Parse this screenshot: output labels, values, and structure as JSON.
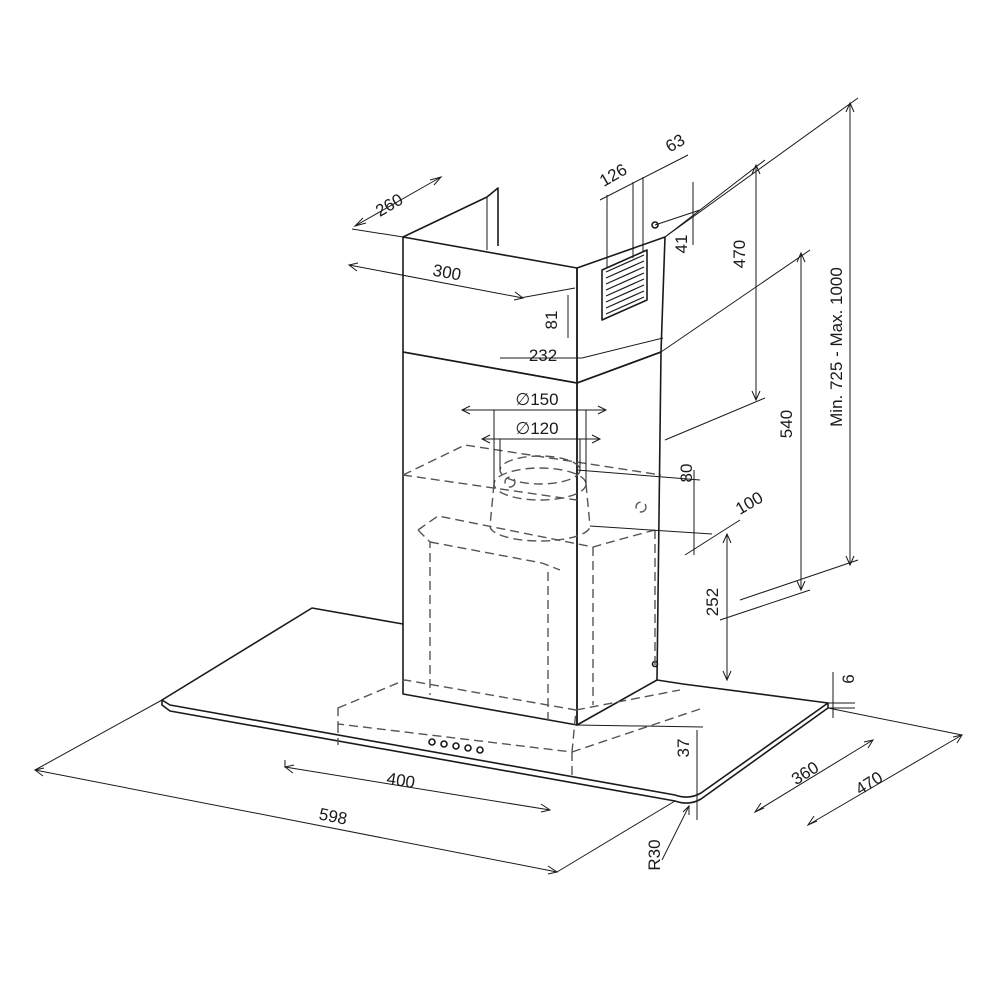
{
  "diagram": {
    "dimensions": {
      "d260": "260",
      "d300": "300",
      "d126": "126",
      "d63": "63",
      "d41": "41",
      "d470_top": "470",
      "d81": "81",
      "d232": "232",
      "d150": "∅150",
      "d120": "∅120",
      "d80": "80",
      "d100": "100",
      "d540": "540",
      "dminmax": "Min. 725 - Max. 1000",
      "d252": "252",
      "d6": "6",
      "d37": "37",
      "d400": "400",
      "d360": "360",
      "d470_bottom": "470",
      "d598": "598",
      "dR30": "R30"
    },
    "colors": {
      "line": "#1a1a1a",
      "hidden": "#555555",
      "background": "#ffffff"
    }
  }
}
